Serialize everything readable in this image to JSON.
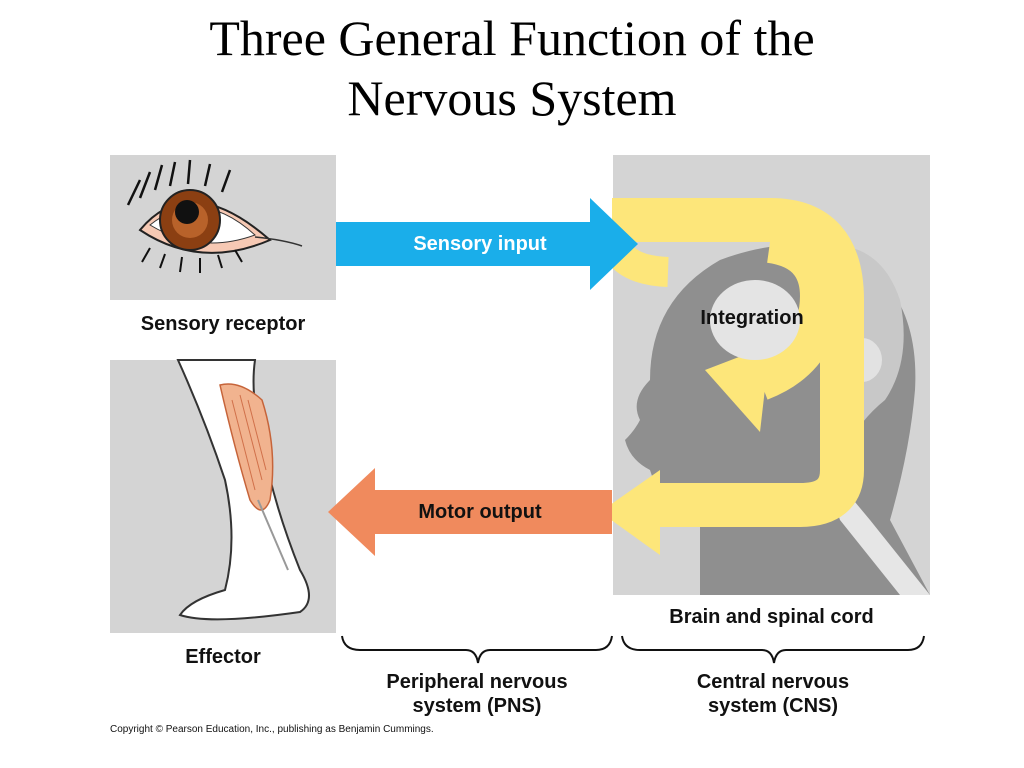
{
  "title_line1": "Three General Function of the",
  "title_line2": "Nervous System",
  "labels": {
    "sensory_input": "Sensory input",
    "integration": "Integration",
    "motor_output": "Motor output",
    "sensory_receptor": "Sensory receptor",
    "effector": "Effector",
    "brain": "Brain and spinal cord",
    "pns_line1": "Peripheral nervous",
    "pns_line2": "system (PNS)",
    "cns_line1": "Central nervous",
    "cns_line2": "system (CNS)"
  },
  "copyright": "Copyright © Pearson Education, Inc., publishing as Benjamin Cummings.",
  "colors": {
    "panel": "#d4d4d4",
    "sensory_arrow": "#1aaeea",
    "motor_arrow": "#f08a5d",
    "integration_loop": "#fde67a",
    "head": "#9a9a9a"
  }
}
